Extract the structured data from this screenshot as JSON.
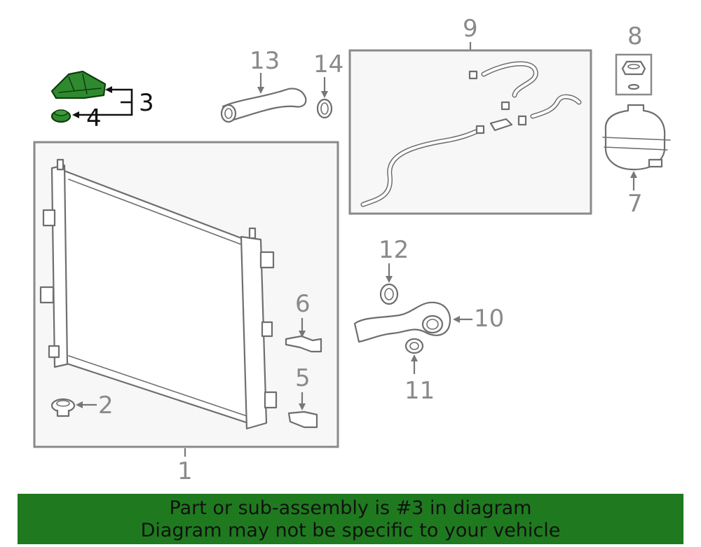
{
  "callouts": {
    "n1": "1",
    "n2": "2",
    "n3": "3",
    "n4": "4",
    "n5": "5",
    "n6": "6",
    "n7": "7",
    "n8": "8",
    "n9": "9",
    "n10": "10",
    "n11": "11",
    "n12": "12",
    "n13": "13",
    "n14": "14"
  },
  "highlight_color": "#2f8a2f",
  "banner": {
    "line1": "Part or sub-assembly is #3 in diagram",
    "line2": "Diagram may not be specific to your vehicle",
    "background": "#1f7a1f"
  }
}
